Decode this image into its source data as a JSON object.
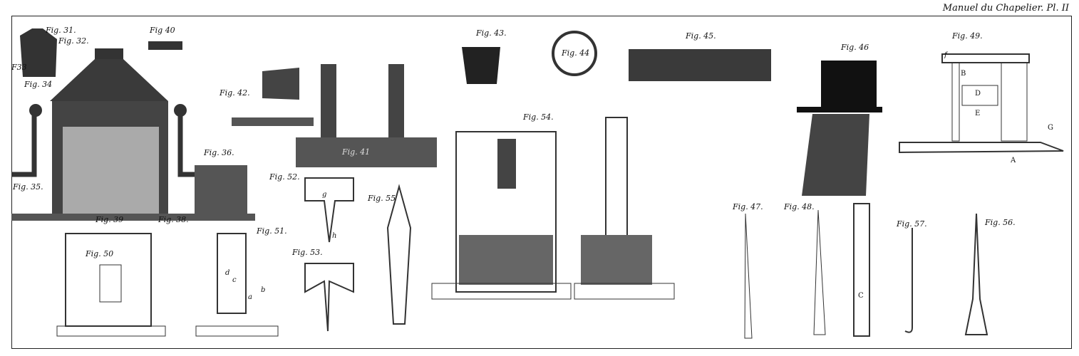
{
  "title": "Manuel du Chapelier. Pl. II",
  "figures": {
    "f31": "Fig. 31.",
    "f32": "Fig. 32.",
    "f33": "F33",
    "f34": "Fig. 34",
    "f35": "Fig. 35.",
    "f36": "Fig. 36.",
    "f39": "Fig. 39",
    "f38": "Fig. 38.",
    "f40": "Fig 40",
    "f41": "Fig. 41",
    "f42": "Fig. 42.",
    "f43": "Fig. 43.",
    "f44": "Fig. 44",
    "f45": "Fig. 45.",
    "f46": "Fig. 46",
    "f47": "Fig. 47.",
    "f48": "Fig. 48.",
    "f49": "Fig. 49.",
    "f50": "Fig. 50",
    "f51": "Fig. 51.",
    "f52": "Fig. 52.",
    "f53": "Fig. 53.",
    "f54": "Fig. 54.",
    "f55": "Fig. 55",
    "f56": "Fig. 56.",
    "f57": "Fig. 57."
  },
  "letters": {
    "A": "A",
    "B": "B",
    "C": "C",
    "D": "D",
    "E": "E",
    "G": "G",
    "f": "f",
    "g": "g",
    "h": "h",
    "a": "a",
    "b": "b",
    "c": "c",
    "d": "d"
  }
}
